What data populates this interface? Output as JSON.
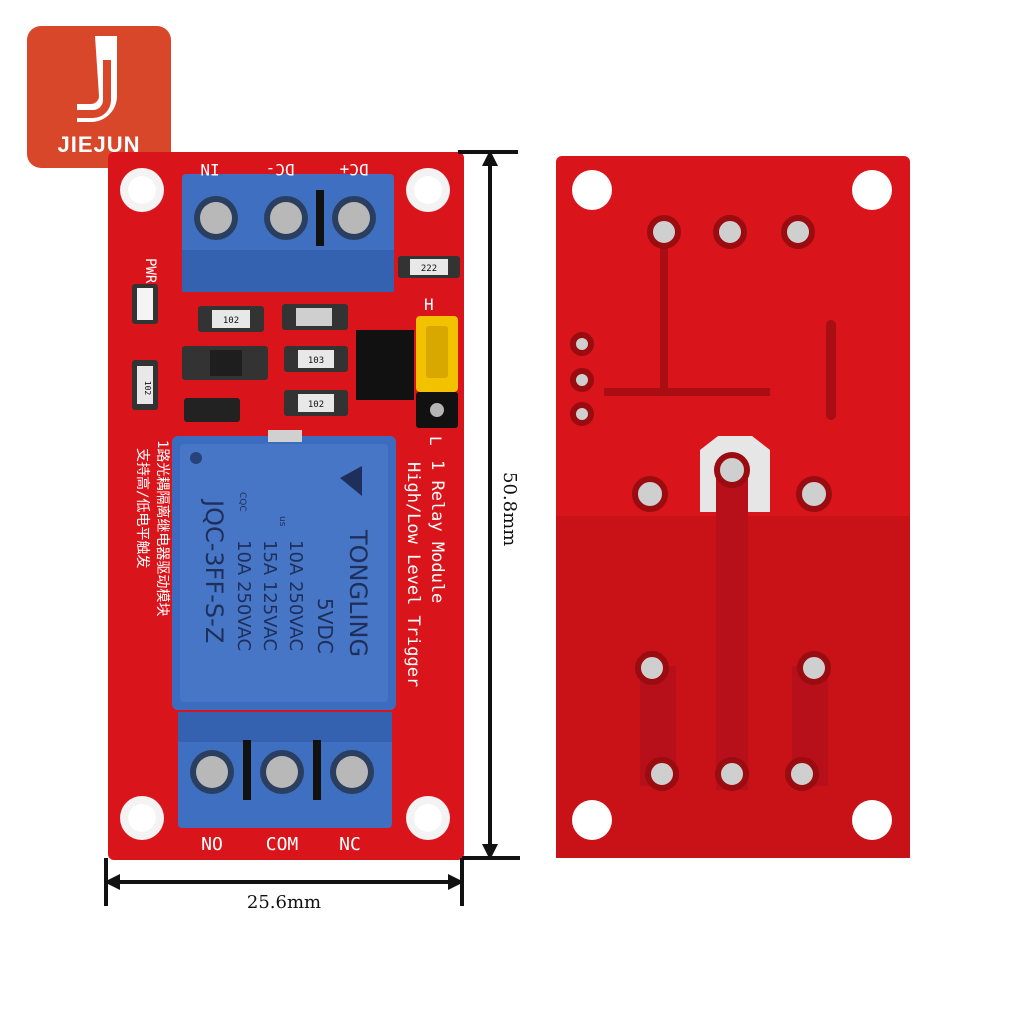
{
  "logo": {
    "brand": "JIEJUN",
    "accent": "#d9472b",
    "icon": "j-monogram-icon"
  },
  "front_board": {
    "top_pins": [
      "IN",
      "DC-",
      "DC+"
    ],
    "bottom_pins": [
      "NO",
      "COM",
      "NC"
    ],
    "pwr_label": "PWR",
    "jumper_high": "H",
    "jumper_low": "L",
    "module_title": "1 Relay Module",
    "trigger_text": "High/Low Level Trigger",
    "chinese_line1": "1路光耦隔离继电器驱动模块",
    "chinese_line2": "支持高/低电平触发",
    "resistors": [
      "222",
      "102",
      "103",
      "102",
      "102"
    ]
  },
  "relay": {
    "brand": "TONGLING",
    "voltage": "5VDC",
    "rating1": "10A 250VAC",
    "rating2": "15A 125VAC",
    "rating3": "10A 250VAC",
    "model": "JQC-3FF-S-Z",
    "cqc": "CQC",
    "us_mark": "us"
  },
  "dimensions": {
    "width": "25.6mm",
    "height": "50.8mm"
  },
  "colors": {
    "pcb": "#d9151b",
    "terminal": "#3f6fc0",
    "relay": "#3c6cbf",
    "jumper": "#f2c200"
  }
}
